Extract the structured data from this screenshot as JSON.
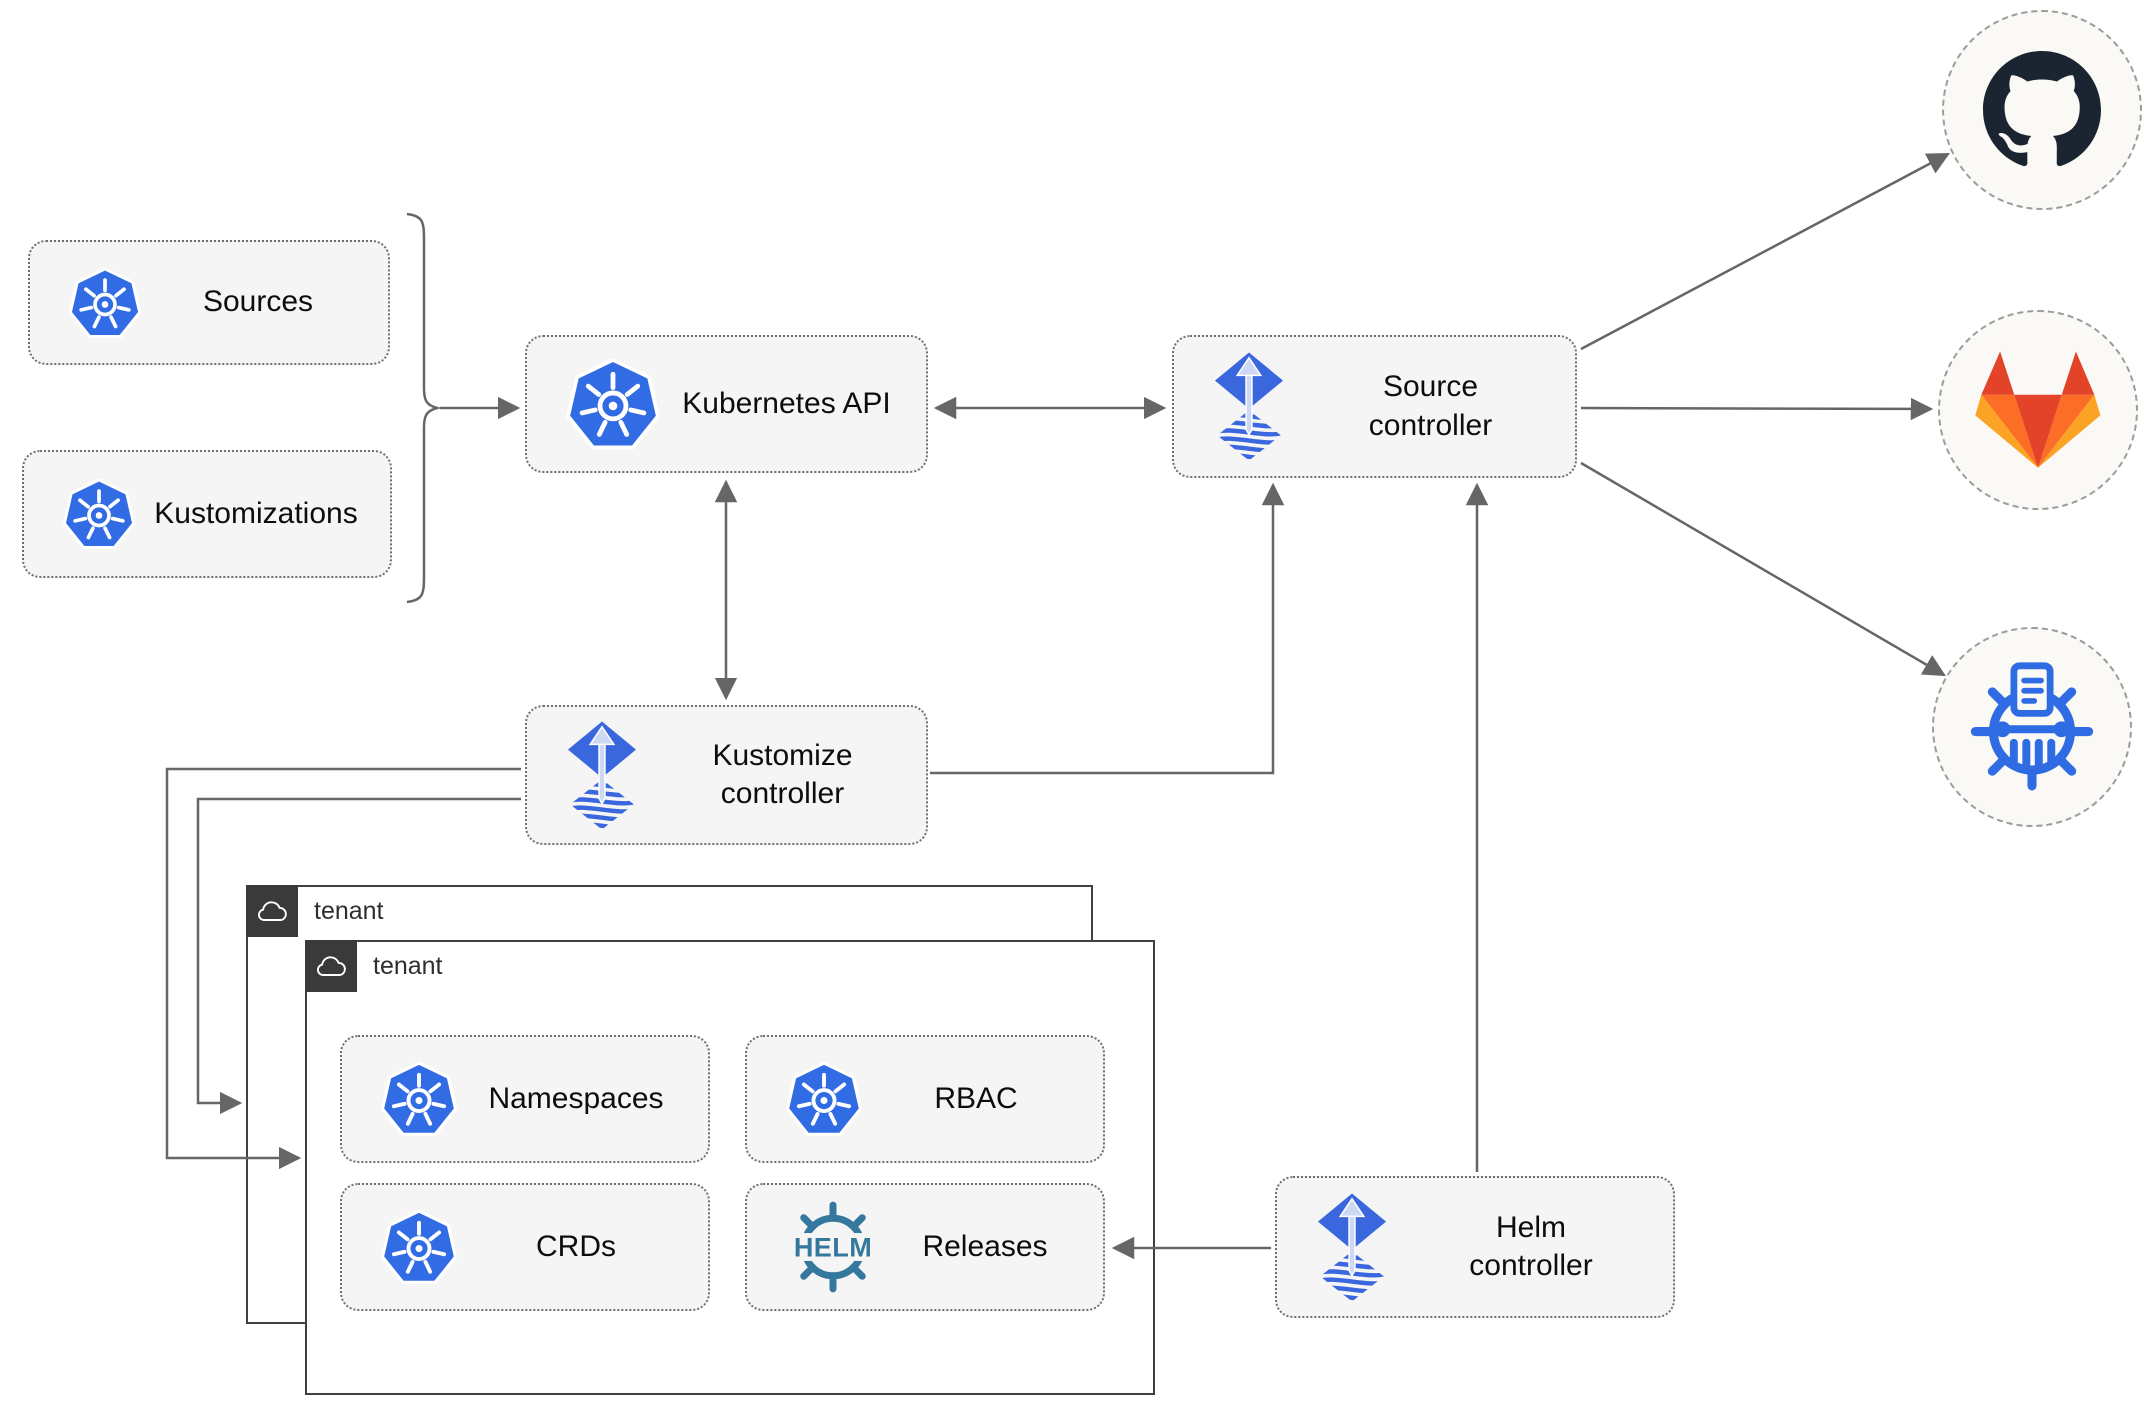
{
  "nodes": {
    "sources": {
      "label": "Sources",
      "icon": "kubernetes-icon"
    },
    "kustomizations": {
      "label": "Kustomizations",
      "icon": "kubernetes-icon"
    },
    "kubernetes_api": {
      "label": "Kubernetes API",
      "icon": "kubernetes-icon"
    },
    "source_controller": {
      "label": "Source controller",
      "icon": "flux-icon"
    },
    "kustomize_controller": {
      "label": "Kustomize controller",
      "icon": "flux-icon"
    },
    "helm_controller": {
      "label": "Helm controller",
      "icon": "flux-icon"
    },
    "namespaces": {
      "label": "Namespaces",
      "icon": "kubernetes-icon"
    },
    "rbac": {
      "label": "RBAC",
      "icon": "kubernetes-icon"
    },
    "crds": {
      "label": "CRDs",
      "icon": "kubernetes-icon"
    },
    "releases": {
      "label": "Releases",
      "icon": "helm-icon",
      "icon_text": "HELM"
    }
  },
  "tenants": [
    {
      "label": "tenant",
      "icon": "cloud-icon"
    },
    {
      "label": "tenant",
      "icon": "cloud-icon"
    }
  ],
  "external_systems": [
    {
      "name": "github",
      "icon": "github-icon"
    },
    {
      "name": "gitlab",
      "icon": "gitlab-icon"
    },
    {
      "name": "chartmuseum",
      "icon": "chartmuseum-icon"
    }
  ],
  "edges": [
    {
      "from": "sources+kustomizations bracket",
      "to": "kubernetes_api",
      "style": "arrow"
    },
    {
      "from": "kubernetes_api",
      "to": "source_controller",
      "style": "double-arrow"
    },
    {
      "from": "kubernetes_api",
      "to": "kustomize_controller",
      "style": "double-arrow"
    },
    {
      "from": "kustomize_controller",
      "to": "source_controller",
      "style": "arrow"
    },
    {
      "from": "helm_controller",
      "to": "source_controller",
      "style": "arrow"
    },
    {
      "from": "helm_controller",
      "to": "releases",
      "style": "arrow"
    },
    {
      "from": "kustomize_controller",
      "to": "tenant-outer",
      "style": "arrow"
    },
    {
      "from": "kustomize_controller",
      "to": "tenant-inner",
      "style": "arrow"
    },
    {
      "from": "source_controller",
      "to": "github",
      "style": "arrow"
    },
    {
      "from": "source_controller",
      "to": "gitlab",
      "style": "arrow"
    },
    {
      "from": "source_controller",
      "to": "chartmuseum",
      "style": "arrow"
    }
  ],
  "colors": {
    "kubernetes-blue": "#326ce5",
    "flux-blue": "#3a67dd",
    "flux-arrow-pale": "#cdd9f4",
    "helm-teal": "#35789e",
    "chartmuseum-blue": "#2f6ce4",
    "github-dark": "#1b2531",
    "gitlab-red-orange": "#e24329",
    "gitlab-orange": "#fc6d26",
    "gitlab-yellow-orange": "#fca326",
    "connector-gray": "#666666",
    "node-fill": "#f5f5f5",
    "circle-fill": "#faf9f5",
    "tenant-dark": "#3a3a3a"
  }
}
